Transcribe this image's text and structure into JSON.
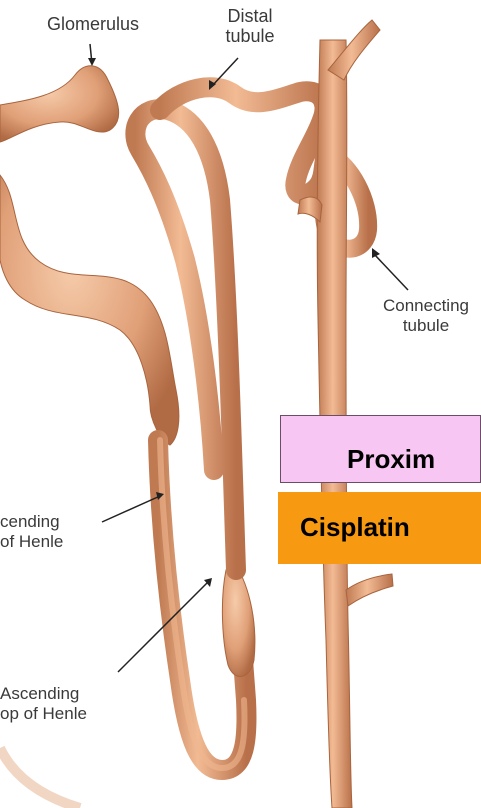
{
  "labels": {
    "glomerulus": "Glomerulus",
    "distal_tubule": [
      "Distal",
      "tubule"
    ],
    "connecting_tubule": [
      "Connecting",
      "tubule"
    ],
    "thin_ascending": [
      "cending",
      "of Henle"
    ],
    "thick_ascending": [
      "Ascending",
      "op of Henle"
    ]
  },
  "overlays": {
    "proximal": "Proxim",
    "cisplatin": "Cisplatin"
  },
  "colors": {
    "tubule": "#e0a078",
    "tubule_shadow": "#b8704a",
    "tubule_highlight": "#f6cbaa",
    "proximal_box": "#f7c6f2",
    "cisplatin_box": "#f79a12"
  }
}
